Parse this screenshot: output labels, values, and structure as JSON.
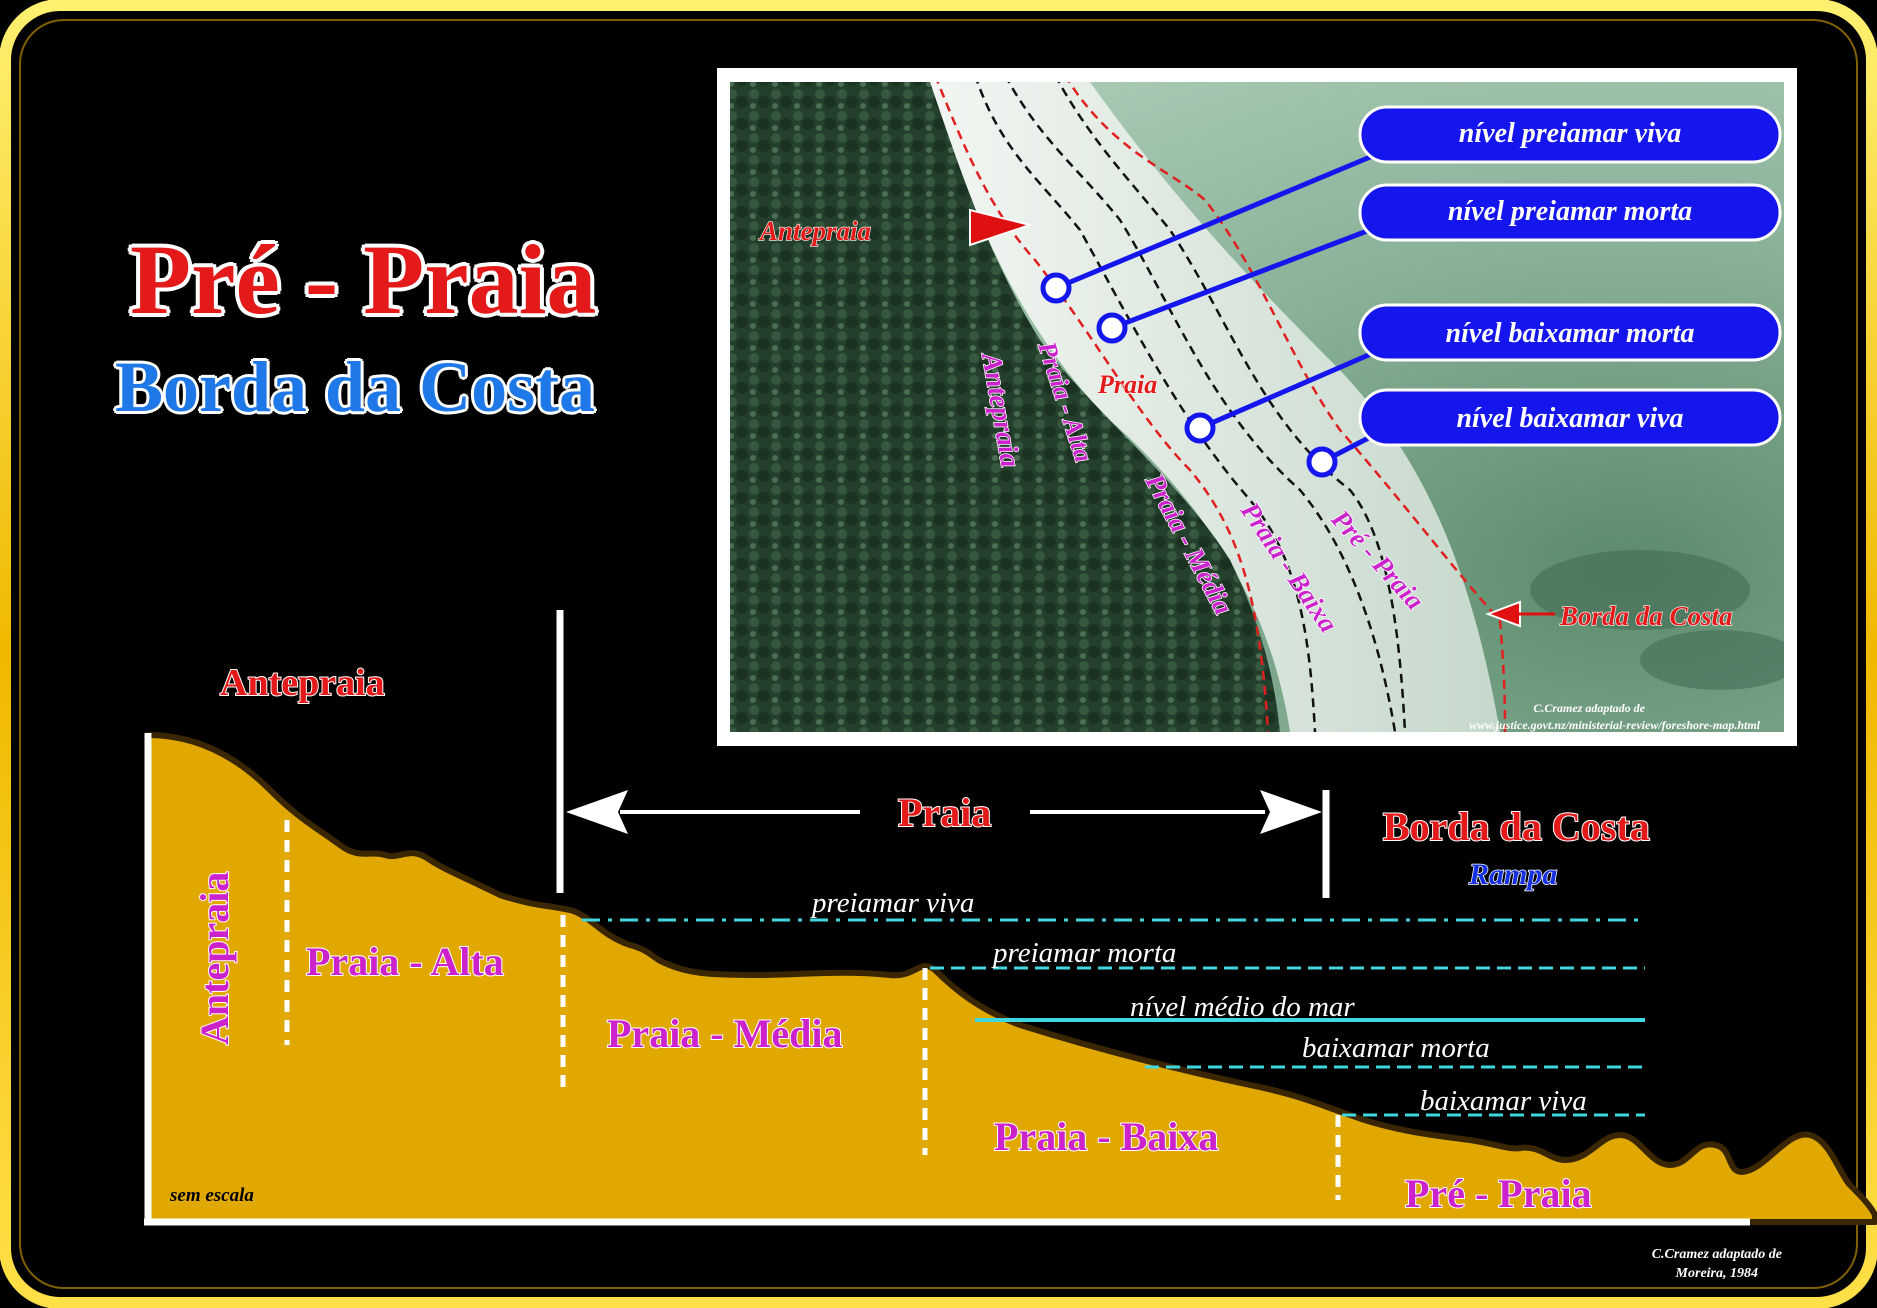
{
  "title": "Pré - Praia",
  "subtitle": "Borda da Costa",
  "photo": {
    "label_antepraia_top": "Antepraia",
    "label_antepraia_vertical": "Antepraia",
    "label_praia": "Praia",
    "zone_praia_alta": "Praia - Alta",
    "zone_praia_media": "Praia - Média",
    "zone_praia_baixa": "Praia - Baixa",
    "zone_pre_praia": "Pré - Praia",
    "label_borda_da_costa": "Borda da Costa",
    "callouts": [
      "nível preiamar viva",
      "nível preiamar morta",
      "nível baixamar morta",
      "nível baixamar viva"
    ],
    "credit_line1": "C.Cramez adaptado de",
    "credit_line2": "www.justice.govt.nz/ministerial-review/foreshore-map.html"
  },
  "profile": {
    "label_antepraia_top": "Antepraia",
    "label_antepraia_vertical": "Antepraia",
    "label_praia": "Praia",
    "label_borda_da_costa": "Borda da Costa",
    "label_rampa": "Rampa",
    "zone_praia_alta": "Praia - Alta",
    "zone_praia_media": "Praia - Média",
    "zone_praia_baixa": "Praia - Baixa",
    "zone_pre_praia": "Pré - Praia",
    "levels": [
      "preiamar viva",
      "preiamar morta",
      "nível médio do mar",
      "baixamar morta",
      "baixamar viva"
    ],
    "scale_note": "sem escala",
    "credit_line1": "C.Cramez adaptado de",
    "credit_line2": "Moreira, 1984"
  },
  "colors": {
    "frame": "#f2c40c",
    "sand": "#e0a800",
    "water_line": "#3fd7e0",
    "callout": "#1515ee",
    "label_red": "#e41a1a",
    "label_magenta": "#cc22cc"
  }
}
